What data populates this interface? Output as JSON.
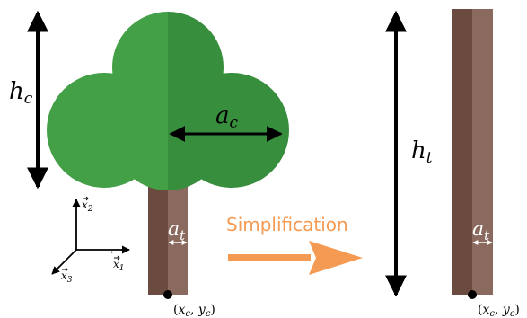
{
  "labels": {
    "h_c": {
      "base": "h",
      "sub": "c"
    },
    "a_c": {
      "base": "a",
      "sub": "c"
    },
    "a_t": {
      "base": "a",
      "sub": "t"
    },
    "h_t": {
      "base": "h",
      "sub": "t"
    },
    "x_1": {
      "base": "x",
      "sub": "1"
    },
    "x_2": {
      "base": "x",
      "sub": "2"
    },
    "x_3": {
      "base": "x",
      "sub": "3"
    },
    "anchor": {
      "open": "(",
      "x": "x",
      "x_sub": "c",
      "sep": ", ",
      "y": "y",
      "y_sub": "c",
      "close": ")"
    }
  },
  "simplification_label": "Simplification",
  "colors": {
    "crown_light": "#44a047",
    "crown_dark": "#378e3d",
    "trunk_dark": "#6b4a40",
    "trunk_light": "#8a6a5e",
    "arrow_orange": "#f59a52",
    "black": "#000000",
    "white": "#ffffff"
  }
}
